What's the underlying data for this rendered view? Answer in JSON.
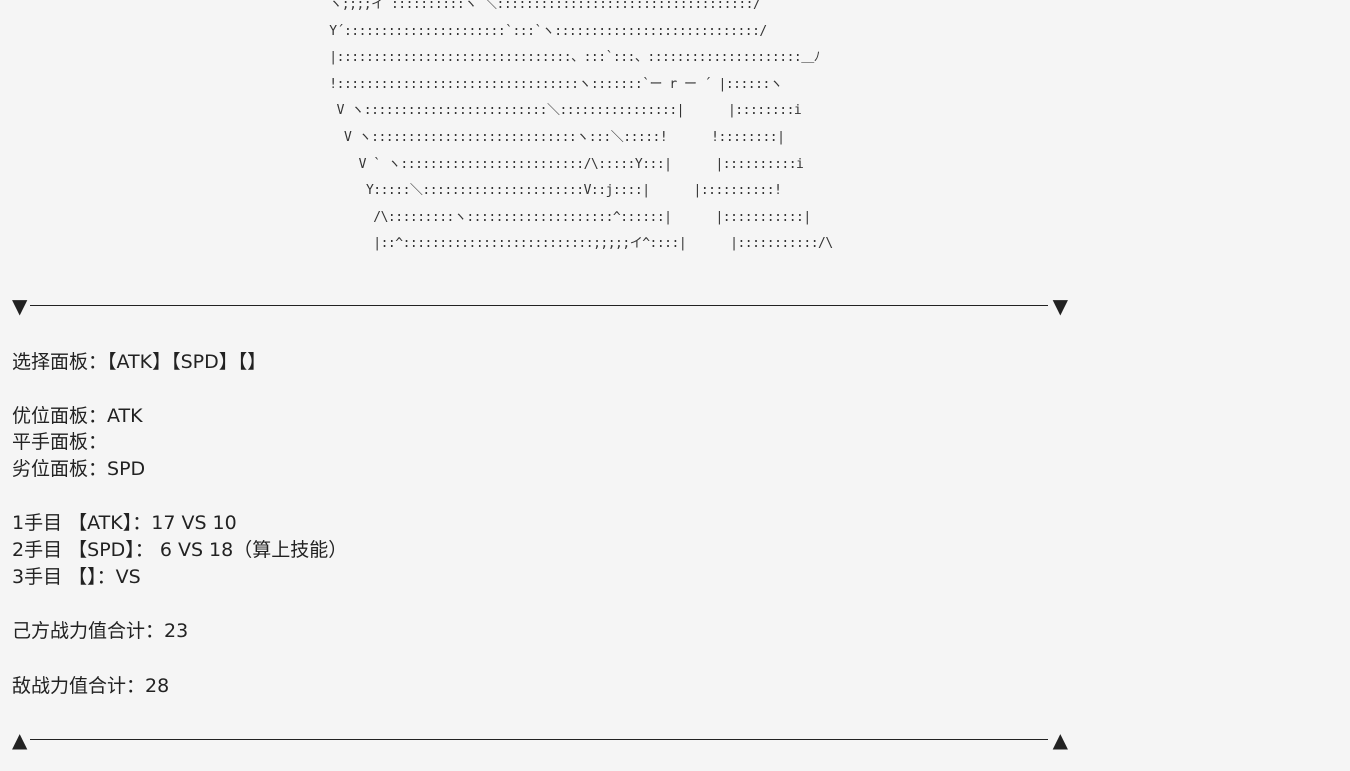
{
  "ascii_art": [
    "    ヽ;;;;イ ::::::::::ヽ ＼:::::::::::::::::::::::::::::::::::/",
    "    Y´::::::::::::::::::::::`:::`ヽ::::::::::::::::::::::::::::/",
    "    |::::::::::::::::::::::::::::::::、:::`:::、:::::::::::::::::::::＿ﾉ",
    "    !:::::::::::::::::::::::::::::::::ヽ:::::::`ー r ー ´ |::::::ヽ",
    "     V ヽ:::::::::::::::::::::::::＼::::::::::::::::|      |::::::::i",
    "      V ヽ::::::::::::::::::::::::::::ヽ:::＼:::::!      !::::::::|",
    "        V ` ヽ:::::::::::::::::::::::::/\\:::::Y:::|      |::::::::::i",
    "         Y:::::＼::::::::::::::::::::::V::j::::|      |::::::::::!",
    "          /\\:::::::::ヽ::::::::::::::::::::^::::::|      |:::::::::::|",
    "          |::^::::::::::::::::::::::::::;;;;;イ^::::|      |:::::::::::/\\"
  ],
  "divider_top": {
    "left_arrow": "▼",
    "right_arrow": "▼"
  },
  "divider_bottom": {
    "left_arrow": "▲",
    "right_arrow": "▲"
  },
  "panel_select": {
    "label": "选择面板：",
    "value": "【ATK】【SPD】【】"
  },
  "panel_rank": {
    "advantage": {
      "label": "优位面板：",
      "value": "ATK"
    },
    "even": {
      "label": "平手面板：",
      "value": ""
    },
    "disadvantage": {
      "label": "劣位面板：",
      "value": "SPD"
    }
  },
  "rounds": [
    {
      "label": "1手目",
      "panel": "【ATK】：",
      "result": "17 VS 10"
    },
    {
      "label": "2手目",
      "panel": "【SPD】：",
      "result": " 6 VS 18（算上技能）"
    },
    {
      "label": "3手目",
      "panel": "【】：",
      "result": "VS"
    }
  ],
  "totals": {
    "own": {
      "label": "己方战力值合计：",
      "value": "23"
    },
    "enemy": {
      "label": "敌战力值合计：",
      "value": "28"
    }
  }
}
